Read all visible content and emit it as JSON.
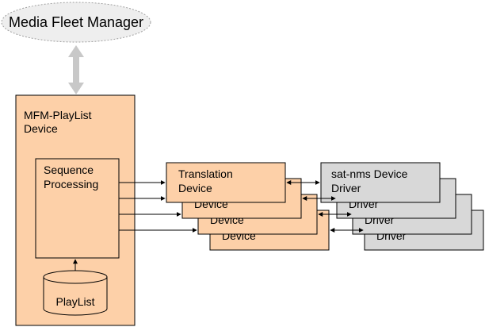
{
  "colors": {
    "orange": "#fdd0a8",
    "gray": "#d8d8d8",
    "line": "#000000",
    "arrow": "#c8c8c8",
    "ellipse_border": "#a0a0a0"
  },
  "manager": {
    "label": "Media Fleet Manager"
  },
  "playlist_device": {
    "label_line1": "MFM-PlayList",
    "label_line2": "Device"
  },
  "sequence": {
    "label_line1": "Sequence",
    "label_line2": "Processing"
  },
  "playlist_db": {
    "label": "PlayList"
  },
  "translation_stack": [
    {
      "label_line1": "Translation",
      "label_line2": "Device"
    },
    {
      "label": "Device"
    },
    {
      "label": "Device"
    },
    {
      "label": "Device"
    }
  ],
  "driver_stack": [
    {
      "label_line1": "sat-nms Device",
      "label_line2": "Driver"
    },
    {
      "label": "Driver"
    },
    {
      "label": "Driver"
    },
    {
      "label": "Driver"
    }
  ]
}
